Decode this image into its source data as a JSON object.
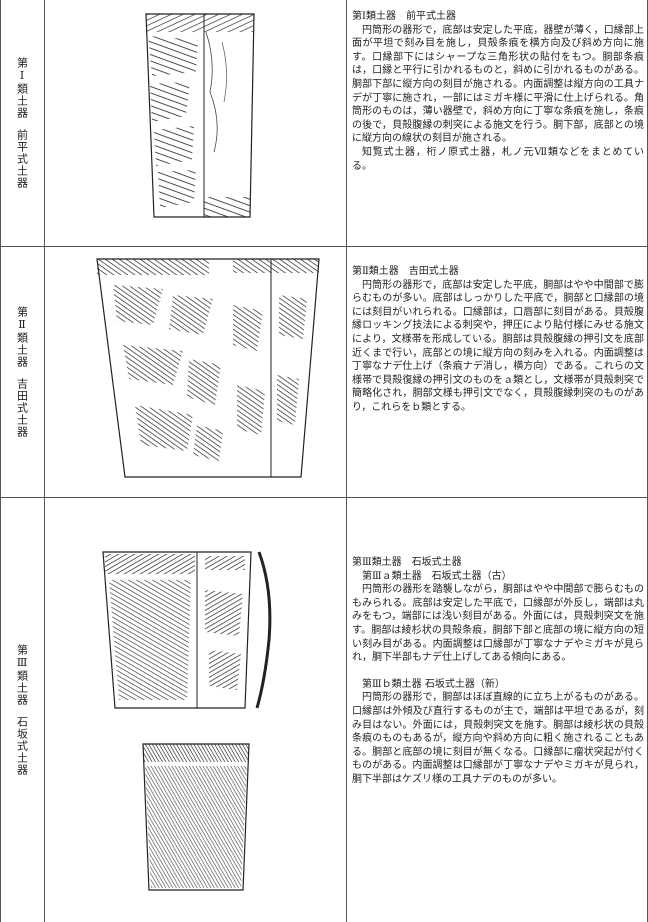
{
  "rows": [
    {
      "label": "第Ⅰ類土器",
      "sublabel": "前平式土器",
      "heading": "第Ⅰ類土器　前平式土器",
      "paragraphs": [
        "円筒形の器形で，底部は安定した平底，器壁が薄く，口縁部上面が平坦で刻み目を施し，貝殻条痕を横方向及び斜め方向に施す。口縁部下にはシャープな三角形状の貼付をもつ。胴部条痕は，口縁と平行に引かれるものと，斜めに引かれるものがある。胴部下部に縦方向の刻目が施される。内面調整は縦方向の工具ナデが丁寧に施され，一部にはミガキ様に平滑に仕上げられる。角筒形のものは，薄い器壁で，斜め方向に丁寧な条痕を施し，条痕の後で，貝殻腹縁の刺突による施文を行う。胴下部，底部との境に縦方向の線状の刻目が施される。",
        "知覧式土器，桁ノ原式土器，札ノ元Ⅶ類などをまとめている。"
      ]
    },
    {
      "label": "第Ⅱ類土器",
      "sublabel": "吉田式土器",
      "heading": "第Ⅱ類土器　吉田式土器",
      "paragraphs": [
        "円筒形の器形で，底部は安定した平底，胴部はやや中間部で膨らむものが多い。底部はしっかりした平底で，胴部と口縁部の境には刻目がいれられる。口縁部は，口唇部に刻目がある。貝殻腹縁ロッキング技法による刺突や，押圧により貼付様にみせる施文により，文様帯を形成している。胴部は貝殻腹縁の押引文を底部近くまで行い，底部との境に縦方向の刻みを入れる。内面調整は丁寧なナデ仕上げ（条痕ナデ消し，横方向）である。これらの文様帯で貝殻復縁の押引文のものをａ類とし，文様帯が貝殻刺突で簡略化され，胴部文様も押引文でなく，貝殻腹縁刺突のものがあり，これらをｂ類とする。"
      ]
    },
    {
      "label": "第Ⅲ類土器",
      "sublabel": "石坂式土器",
      "heading": "第Ⅲ類土器　石坂式土器",
      "sub_a_heading": "第Ⅲａ類土器　石坂式土器（古）",
      "sub_a_paragraphs": [
        "円筒形の器形を踏襲しながら，胴部はやや中間部で膨らむものもみられる。底部は安定した平底で，口縁部が外反し，端部は丸みをもつ，端部には浅い刻目がある。外面には，貝殻刺突文を施す。胴部は綾杉状の貝殻条痕，胴部下部と底部の境に縦方向の短い刻み目がある。内面調整は口縁部が丁寧なナデやミガキが見られ，胴下半部もナデ仕上げしてある傾向にある。"
      ],
      "sub_b_heading": "第Ⅲｂ類土器 石坂式土器（新）",
      "sub_b_paragraphs": [
        "円筒形の器形で，胴部はほぼ直線的に立ち上がるものがある。口縁部は外傾及び直行するものが主で，端部は平坦であるが，刻み目はない。外面には，貝殻刺突文を施す。胴部は綾杉状の貝殻条痕のものもあるが，縦方向や斜め方向に粗く施されることもある。胴部と底部の境に刻目が無くなる。口縁部に瘤状突起が付くものがある。内面調整は口縁部が丁寧なナデやミガキが見られ，胴下半部はケズリ様の工具ナデのものが多い。"
      ]
    }
  ],
  "illustrations": [
    {
      "name": "pottery-type1-drawing"
    },
    {
      "name": "pottery-type2-drawing"
    },
    {
      "name": "pottery-type3a-drawing"
    },
    {
      "name": "pottery-type3b-drawing"
    }
  ]
}
